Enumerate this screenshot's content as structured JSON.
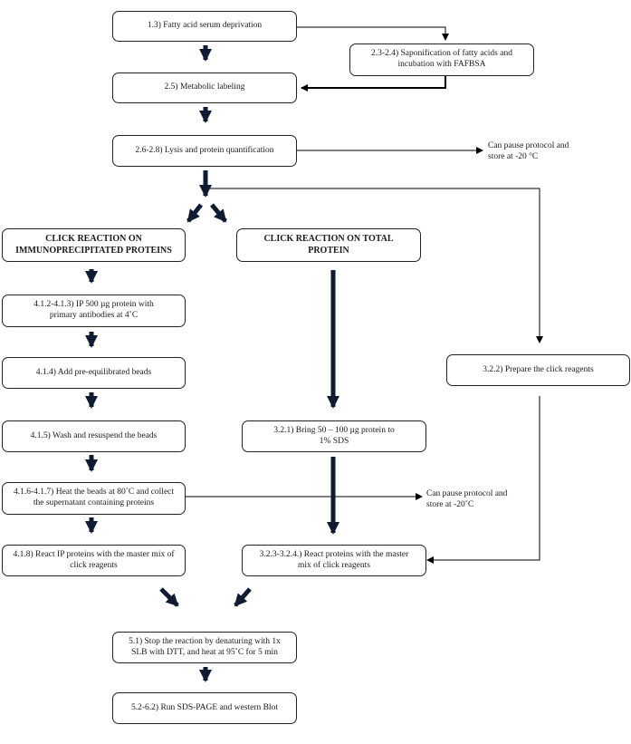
{
  "steps": {
    "s1_3": "1.3) Fatty acid serum deprivation",
    "s2_3": "2.3-2.4) Saponification of fatty acids and incubation with FAFBSA",
    "s2_5": "2.5) Metabolic labeling",
    "s2_6": "2.6-2.8) Lysis and protein quantification",
    "ip_head": "CLICK REACTION ON IMMUNOPRECIPITATED PROTEINS",
    "total_head": "CLICK REACTION ON TOTAL PROTEIN",
    "s4_1_2": "4.1.2-4.1.3) IP 500 µg protein with primary antibodies at 4˚C",
    "s4_1_4": "4.1.4) Add pre-equilibrated beads",
    "s4_1_5": "4.1.5) Wash and resuspend the beads",
    "s4_1_6": "4.1.6-4.1.7) Heat the beads at 80˚C and collect the supernatant containing proteins",
    "s4_1_8": "4.1.8) React IP proteins with the master mix of click reagents",
    "s3_2_1": "3.2.1) Bring 50 – 100 µg protein to 1% SDS",
    "s3_2_3": "3.2.3-3.2.4.) React proteins with the master mix of click reagents",
    "s3_2_2": "3.2.2) Prepare the click reagents",
    "s5_1": "5.1) Stop the reaction by denaturing with 1x SLB with DTT, and heat at 95˚C for 5 min",
    "s5_2": "5.2-6.2) Run SDS-PAGE and western Blot"
  },
  "notes": {
    "pause1": "Can pause protocol and store at -20 °C",
    "pause2": "Can pause protocol and store at -20˚C"
  },
  "colors": {
    "thick_arrow": "#0f1a33",
    "line": "#000000",
    "box_border": "#222222"
  }
}
